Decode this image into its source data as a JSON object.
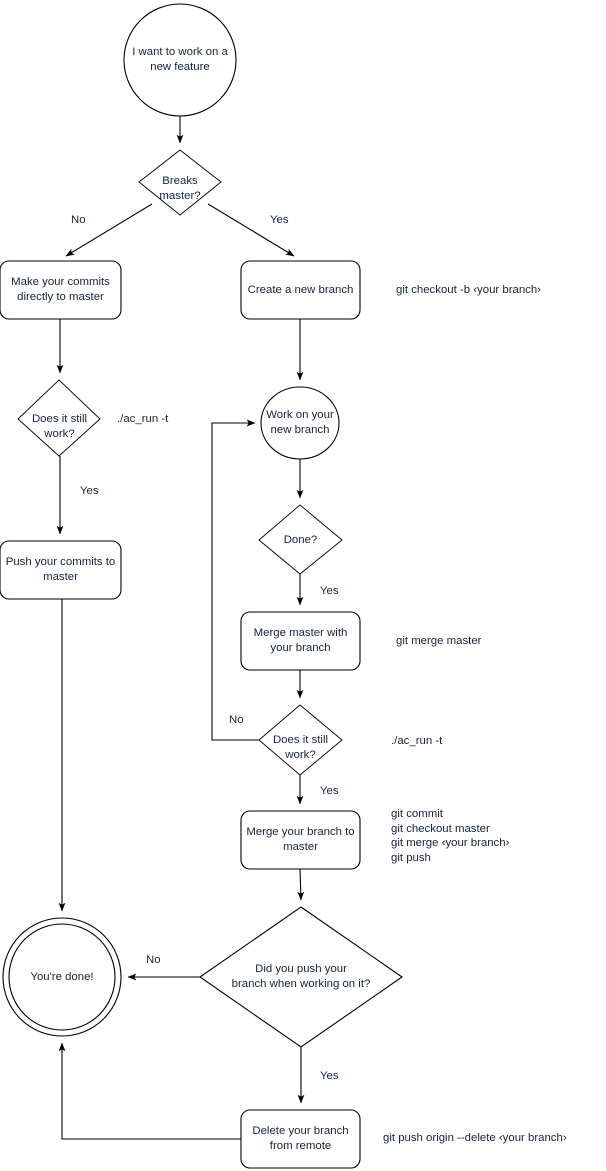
{
  "diagram": {
    "title": "Git branching workflow flowchart",
    "background": "#ffffff",
    "stroke_color": "#000000",
    "text_color": "#13233d",
    "nodes": {
      "start": {
        "label": "I want to work on a\nnew feature",
        "shape": "circle"
      },
      "breaks_master": {
        "label": "Breaks\nmaster?",
        "shape": "diamond"
      },
      "commit_direct": {
        "label": "Make your commits\ndirectly to master",
        "shape": "rounded-rect"
      },
      "create_branch": {
        "label": "Create a new branch",
        "shape": "rounded-rect"
      },
      "still_work_left": {
        "label": "Does it still\nwork?",
        "shape": "diamond"
      },
      "work_branch": {
        "label": "Work on your\nnew branch",
        "shape": "circle"
      },
      "push_master": {
        "label": "Push your commits to\nmaster",
        "shape": "rounded-rect"
      },
      "done_q": {
        "label": "Done?",
        "shape": "diamond"
      },
      "merge_master": {
        "label": "Merge master with\nyour branch",
        "shape": "rounded-rect"
      },
      "still_work_right": {
        "label": "Does it still\nwork?",
        "shape": "diamond"
      },
      "merge_branch": {
        "label": "Merge your branch to\nmaster",
        "shape": "rounded-rect"
      },
      "youre_done": {
        "label": "You're done!",
        "shape": "double-circle"
      },
      "did_push": {
        "label": "Did you push your\nbranch when working on it?",
        "shape": "diamond"
      },
      "delete_branch": {
        "label": "Delete your branch\nfrom remote",
        "shape": "rounded-rect"
      }
    },
    "edge_labels": {
      "breaks_no": "No",
      "breaks_yes": "Yes",
      "still_work_left_yes": "Yes",
      "done_yes": "Yes",
      "still_work_right_no": "No",
      "still_work_right_yes": "Yes",
      "did_push_no": "No",
      "did_push_yes": "Yes"
    },
    "notes": {
      "checkout_b": "git checkout -b ‹your branch›",
      "ac_run_left": "./ac_run -t",
      "merge_master_cmd": "git merge master",
      "ac_run_right": "./ac_run -t",
      "merge_branch_cmds": "git commit\ngit checkout master\ngit merge ‹your branch›\ngit push",
      "delete_remote_cmd": "git push origin --delete ‹your branch›"
    }
  }
}
